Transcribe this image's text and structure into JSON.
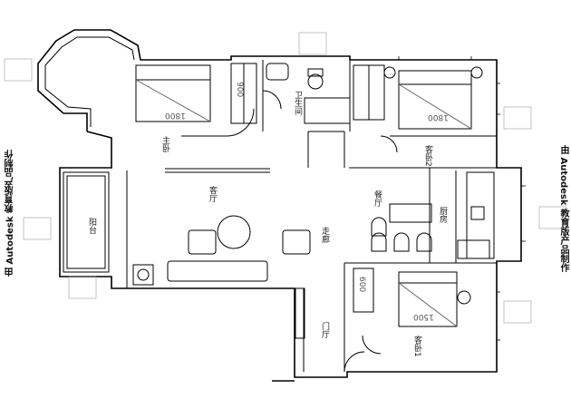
{
  "rooms": {
    "master_bedroom": "主卧",
    "bathroom": "卫生间",
    "guest_bedroom_2": "客卧2",
    "living_room": "客厅",
    "dining_room": "餐厅",
    "kitchen": "厨房",
    "balcony": "阳台",
    "corridor": "走廊",
    "guest_bedroom_1": "客卧1",
    "entrance": "门厅"
  },
  "dimensions": {
    "master_bed": "1800",
    "guest_bed_2": "1800",
    "guest_bed_1": "1500",
    "wardrobe_master": "900",
    "wardrobe_guest_1": "600"
  },
  "watermarks": {
    "left": "由 Autodesk 教育版产品制作",
    "right": "由 Autodesk 教育版产品制作"
  },
  "colors": {
    "wall": "#000000",
    "line": "#333333",
    "background": "#ffffff"
  }
}
